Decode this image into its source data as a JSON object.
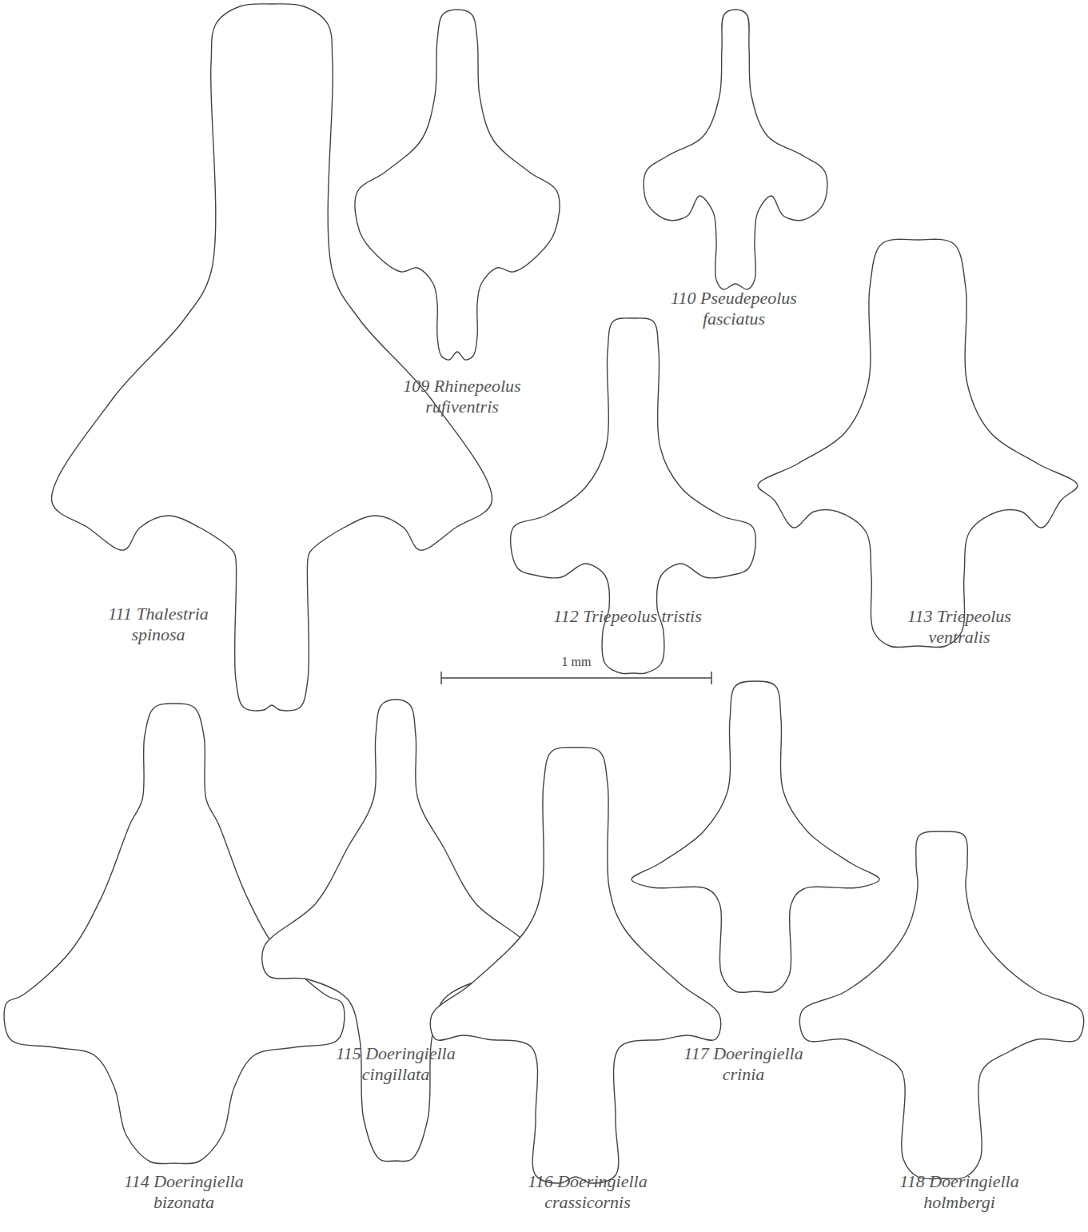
{
  "diagram": {
    "labels": [
      "109 Rhinepeolus rufiventris",
      "110 Pseudepeolus fasciatus",
      "111 Thalestria spinosa",
      "112 Triepeolus tristis",
      "113 Triepeolus ventralis",
      "1 mm",
      "114 Doeringiella bizonata",
      "115 Doeringiella cingillata",
      "116 Doeringiella crassicornis",
      "117 Doeringiella crinia",
      "118 Doeringiella holmbergi"
    ]
  }
}
